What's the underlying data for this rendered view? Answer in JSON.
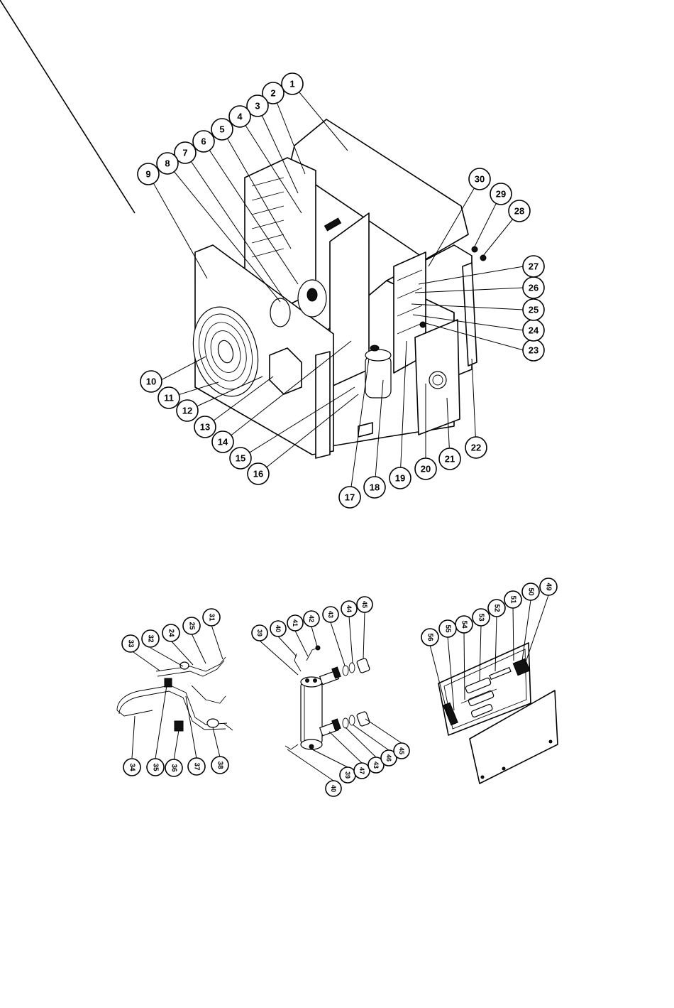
{
  "figures": [
    {
      "id": "main-unit",
      "labels": [
        "1",
        "2",
        "3",
        "4",
        "5",
        "6",
        "7",
        "8",
        "9",
        "10",
        "11",
        "12",
        "13",
        "14",
        "15",
        "16",
        "17",
        "18",
        "19",
        "20",
        "21",
        "22",
        "23",
        "24",
        "25",
        "26",
        "27",
        "28",
        "29",
        "30"
      ]
    },
    {
      "id": "pipe-assembly",
      "labels": [
        "31",
        "25",
        "24",
        "32",
        "33",
        "34",
        "35",
        "36",
        "37",
        "38"
      ]
    },
    {
      "id": "heat-exchanger",
      "labels": [
        "39",
        "40",
        "41",
        "42",
        "43",
        "44",
        "45",
        "46",
        "47"
      ]
    },
    {
      "id": "electrical-box",
      "labels": [
        "49",
        "50",
        "51",
        "52",
        "53",
        "54",
        "55",
        "56"
      ]
    }
  ]
}
